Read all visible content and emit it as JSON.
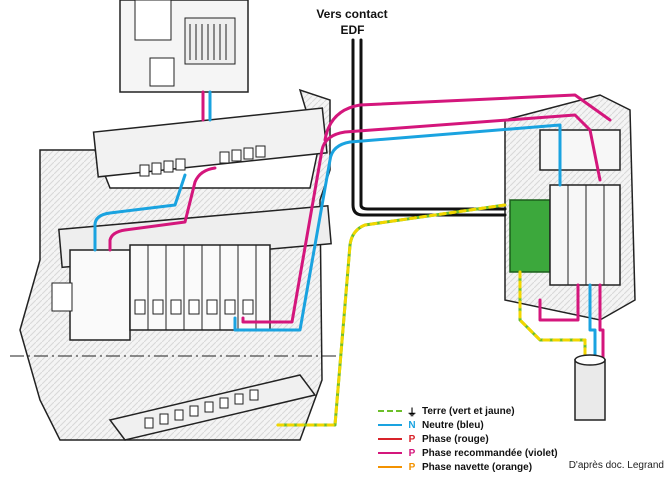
{
  "title": {
    "line1": "Vers contact",
    "line2": "EDF"
  },
  "colors": {
    "earth_green": "#6cbf2a",
    "earth_yellow": "#f2d600",
    "neutral": "#1aa3e0",
    "phase_red": "#d8232a",
    "phase_violet": "#d4167c",
    "phase_orange": "#f39200",
    "line_black": "#111111"
  },
  "legend": [
    {
      "symbol": "earth-icon",
      "letter": "",
      "text": "Terre (vert et jaune)",
      "color": "#6cbf2a",
      "dashed": true
    },
    {
      "symbol": "",
      "letter": "N",
      "text": "Neutre (bleu)",
      "color": "#1aa3e0",
      "dashed": false
    },
    {
      "symbol": "",
      "letter": "P",
      "text": "Phase (rouge)",
      "color": "#d8232a",
      "dashed": false
    },
    {
      "symbol": "",
      "letter": "P",
      "text": "Phase recommandée (violet)",
      "color": "#d4167c",
      "dashed": false
    },
    {
      "symbol": "",
      "letter": "P",
      "text": "Phase navette (orange)",
      "color": "#f39200",
      "dashed": false
    }
  ],
  "credit": "D'après doc. Legrand"
}
